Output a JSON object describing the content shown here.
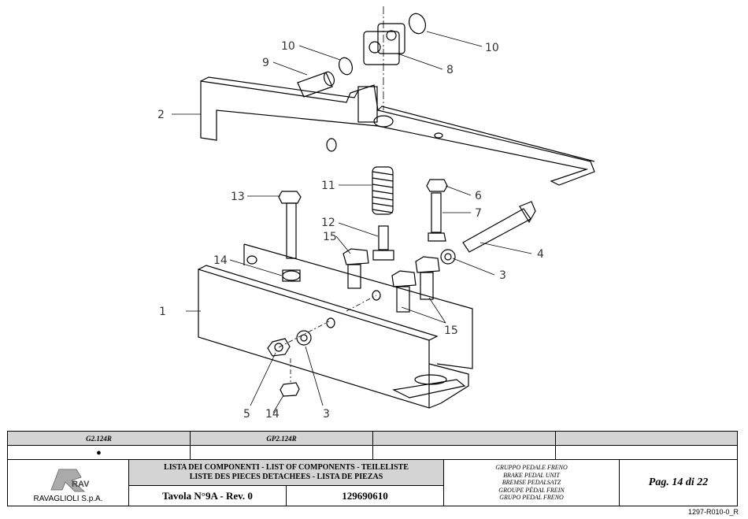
{
  "callouts": [
    {
      "id": "c1",
      "text": "1"
    },
    {
      "id": "c2",
      "text": "2"
    },
    {
      "id": "c3a",
      "text": "3"
    },
    {
      "id": "c3b",
      "text": "3"
    },
    {
      "id": "c4",
      "text": "4"
    },
    {
      "id": "c5",
      "text": "5"
    },
    {
      "id": "c6",
      "text": "6"
    },
    {
      "id": "c7",
      "text": "7"
    },
    {
      "id": "c8",
      "text": "8"
    },
    {
      "id": "c9",
      "text": "9"
    },
    {
      "id": "c10a",
      "text": "10"
    },
    {
      "id": "c10b",
      "text": "10"
    },
    {
      "id": "c11",
      "text": "11"
    },
    {
      "id": "c12",
      "text": "12"
    },
    {
      "id": "c13",
      "text": "13"
    },
    {
      "id": "c14a",
      "text": "14"
    },
    {
      "id": "c14b",
      "text": "14"
    },
    {
      "id": "c15a",
      "text": "15"
    },
    {
      "id": "c15b",
      "text": "15"
    }
  ],
  "models": {
    "col1": "G2.124R",
    "col2": "GP2.124R",
    "col3": "",
    "col4": "",
    "mark1": "●",
    "mark2": "",
    "mark3": "",
    "mark4": ""
  },
  "company": "RAVAGLIOLI S.p.A.",
  "logo_text": "RAV",
  "components_title_line1": "LISTA DEI COMPONENTI - LIST OF COMPONENTS - TEILELISTE",
  "components_title_line2": "LISTE DES PIECES DETACHEES - LISTA DE PIEZAS",
  "table_ref": "Tavola N°9A - Rev. 0",
  "code": "129690610",
  "group_names": [
    "GRUPPO PEDALE FRENO",
    "BRAKE PEDAL UNIT",
    "BREMSE PEDALSATZ",
    "GROUPE PÉDAL FREIN",
    "GRUPO PEDAL FRENO"
  ],
  "page": "Pag. 14 di 22",
  "doc_code": "1297-R010-0_R"
}
